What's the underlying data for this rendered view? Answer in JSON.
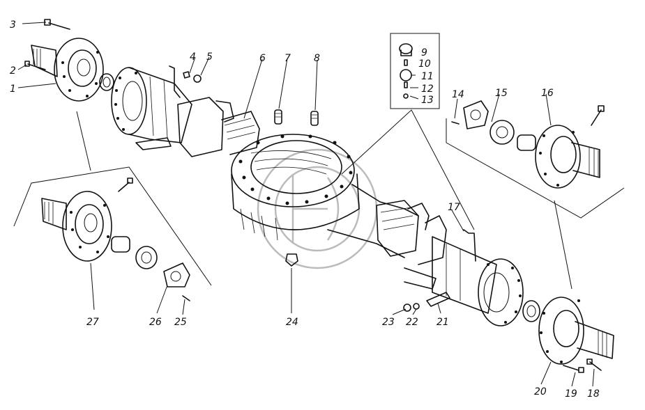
{
  "callouts": [
    {
      "id": "p1",
      "text": "1"
    },
    {
      "id": "p2",
      "text": "2"
    },
    {
      "id": "p3",
      "text": "3"
    },
    {
      "id": "p4",
      "text": "4"
    },
    {
      "id": "p5",
      "text": "5"
    },
    {
      "id": "p6",
      "text": "6"
    },
    {
      "id": "p7",
      "text": "7"
    },
    {
      "id": "p8",
      "text": "8"
    },
    {
      "id": "p9",
      "text": "9"
    },
    {
      "id": "p10",
      "text": "10"
    },
    {
      "id": "p11",
      "text": "11"
    },
    {
      "id": "p12",
      "text": "12"
    },
    {
      "id": "p13",
      "text": "13"
    },
    {
      "id": "p14",
      "text": "14"
    },
    {
      "id": "p15",
      "text": "15"
    },
    {
      "id": "p16",
      "text": "16"
    },
    {
      "id": "p17",
      "text": "17"
    },
    {
      "id": "p18",
      "text": "18"
    },
    {
      "id": "p19",
      "text": "19"
    },
    {
      "id": "p20",
      "text": "20"
    },
    {
      "id": "p21",
      "text": "21"
    },
    {
      "id": "p22",
      "text": "22"
    },
    {
      "id": "p23",
      "text": "23"
    },
    {
      "id": "p24",
      "text": "24"
    },
    {
      "id": "p25",
      "text": "25"
    },
    {
      "id": "p26",
      "text": "26"
    },
    {
      "id": "p27",
      "text": "27"
    }
  ],
  "colors": {
    "ink": "#111111",
    "watermark": "#bbbbbb",
    "background": "#ffffff"
  }
}
